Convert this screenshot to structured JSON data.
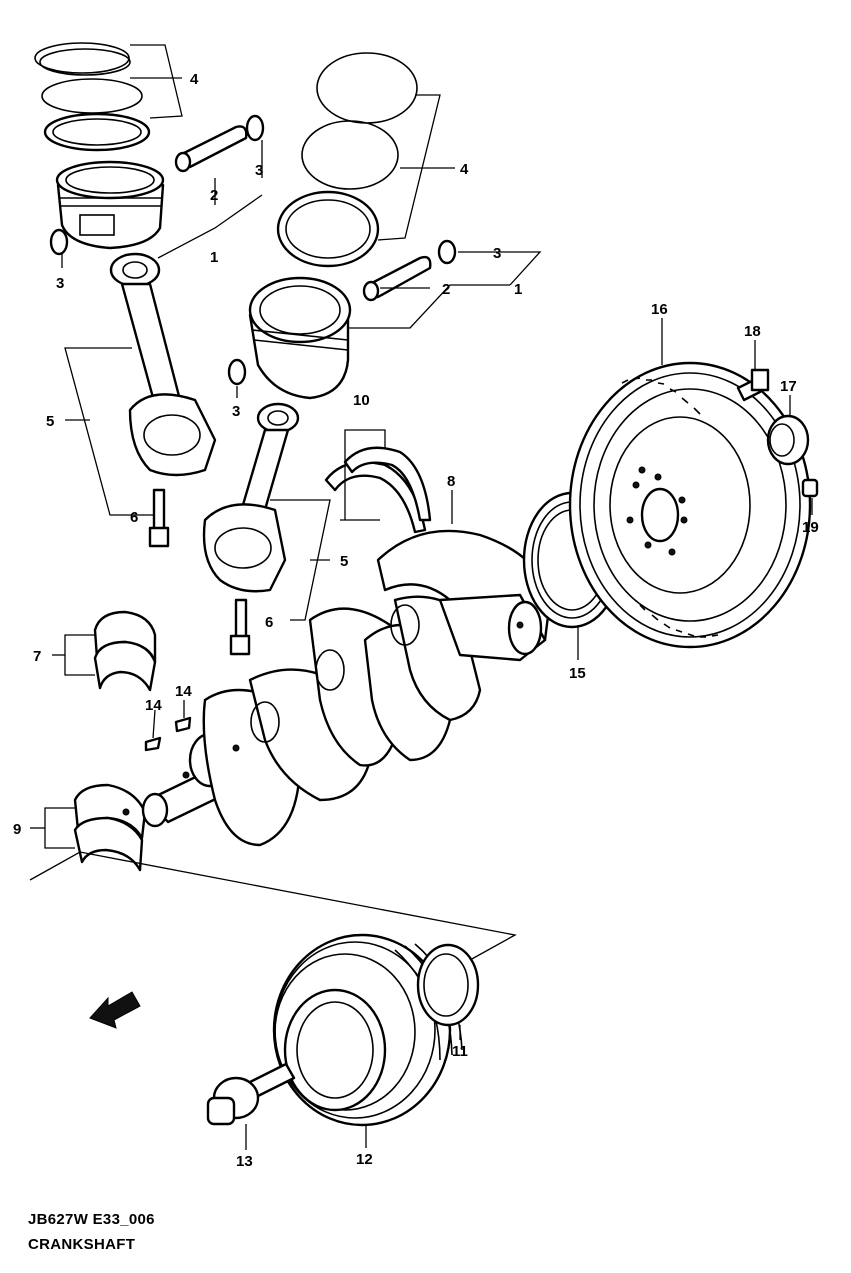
{
  "diagram": {
    "callouts": [
      "1",
      "1",
      "2",
      "2",
      "3",
      "3",
      "3",
      "3",
      "4",
      "4",
      "5",
      "5",
      "6",
      "6",
      "7",
      "8",
      "9",
      "10",
      "11",
      "12",
      "13",
      "14",
      "14",
      "15",
      "16",
      "17",
      "18",
      "19"
    ]
  },
  "caption": {
    "code": "JB627W E33_006",
    "title": "CRANKSHAFT"
  },
  "icons": {
    "fwd_arrow": "forward-direction-arrow-icon"
  }
}
